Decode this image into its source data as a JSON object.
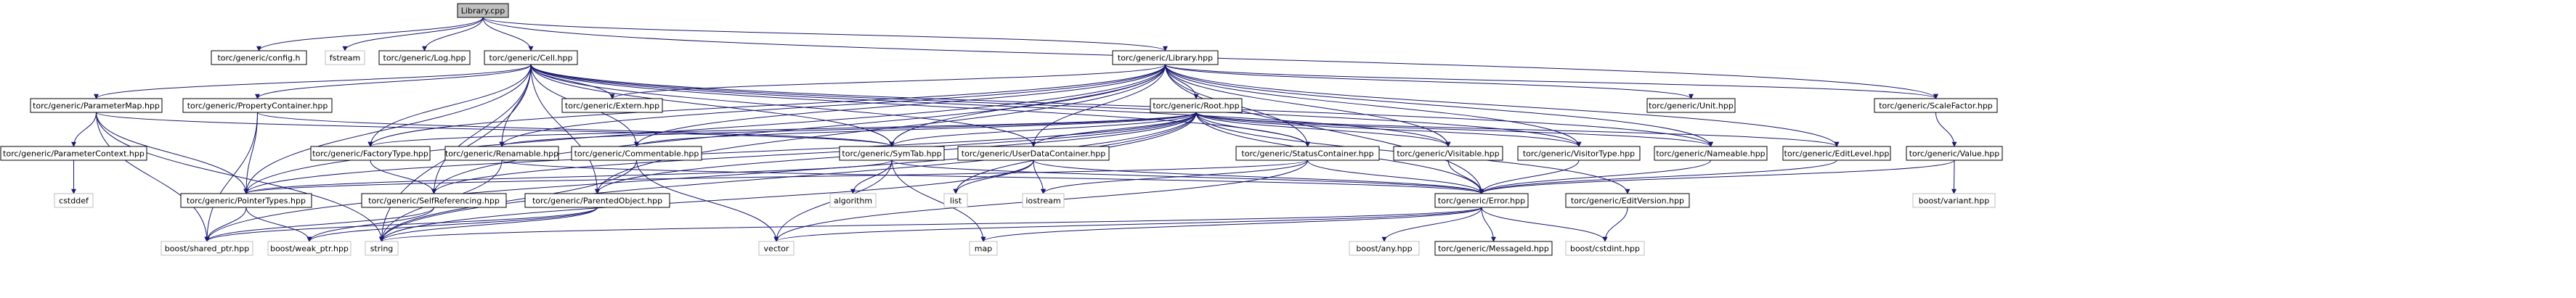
{
  "colors": {
    "root_fill": "#bfbfbf",
    "node_fill": "#ffffff",
    "node_border": "#000000",
    "system_border": "#bfbfbf",
    "text": "#000000",
    "edge": "#191970"
  },
  "nodes": [
    {
      "id": "library_cpp",
      "label": "Library.cpp",
      "kind": "root"
    },
    {
      "id": "config_h",
      "label": "torc/generic/config.h",
      "kind": "header"
    },
    {
      "id": "fstream",
      "label": "fstream",
      "kind": "system"
    },
    {
      "id": "log_hpp",
      "label": "torc/generic/Log.hpp",
      "kind": "header"
    },
    {
      "id": "cell_hpp",
      "label": "torc/generic/Cell.hpp",
      "kind": "header"
    },
    {
      "id": "library_hpp",
      "label": "torc/generic/Library.hpp",
      "kind": "header"
    },
    {
      "id": "scalefactor_hpp",
      "label": "torc/generic/ScaleFactor.hpp",
      "kind": "header"
    },
    {
      "id": "parametermap_hpp",
      "label": "torc/generic/ParameterMap.hpp",
      "kind": "header"
    },
    {
      "id": "propertycontainer_hpp",
      "label": "torc/generic/PropertyContainer.hpp",
      "kind": "header"
    },
    {
      "id": "extern_hpp",
      "label": "torc/generic/Extern.hpp",
      "kind": "header"
    },
    {
      "id": "root_hpp",
      "label": "torc/generic/Root.hpp",
      "kind": "header"
    },
    {
      "id": "unit_hpp",
      "label": "torc/generic/Unit.hpp",
      "kind": "header"
    },
    {
      "id": "parametercontext_hpp",
      "label": "torc/generic/ParameterContext.hpp",
      "kind": "header"
    },
    {
      "id": "factorytype_hpp",
      "label": "torc/generic/FactoryType.hpp",
      "kind": "header"
    },
    {
      "id": "renamable_hpp",
      "label": "torc/generic/Renamable.hpp",
      "kind": "header"
    },
    {
      "id": "commentable_hpp",
      "label": "torc/generic/Commentable.hpp",
      "kind": "header"
    },
    {
      "id": "symtab_hpp",
      "label": "torc/generic/SymTab.hpp",
      "kind": "header"
    },
    {
      "id": "userdatacontainer_hpp",
      "label": "torc/generic/UserDataContainer.hpp",
      "kind": "header"
    },
    {
      "id": "statuscontainer_hpp",
      "label": "torc/generic/StatusContainer.hpp",
      "kind": "header"
    },
    {
      "id": "visitable_hpp",
      "label": "torc/generic/Visitable.hpp",
      "kind": "header"
    },
    {
      "id": "visitortype_hpp",
      "label": "torc/generic/VisitorType.hpp",
      "kind": "header"
    },
    {
      "id": "nameable_hpp",
      "label": "torc/generic/Nameable.hpp",
      "kind": "header"
    },
    {
      "id": "editlevel_hpp",
      "label": "torc/generic/EditLevel.hpp",
      "kind": "header"
    },
    {
      "id": "value_hpp",
      "label": "torc/generic/Value.hpp",
      "kind": "header"
    },
    {
      "id": "cstddef",
      "label": "cstddef",
      "kind": "system"
    },
    {
      "id": "pointertypes_hpp",
      "label": "torc/generic/PointerTypes.hpp",
      "kind": "header"
    },
    {
      "id": "selfreferencing_hpp",
      "label": "torc/generic/SelfReferencing.hpp",
      "kind": "header"
    },
    {
      "id": "parentedobject_hpp",
      "label": "torc/generic/ParentedObject.hpp",
      "kind": "header"
    },
    {
      "id": "algorithm",
      "label": "algorithm",
      "kind": "system"
    },
    {
      "id": "list",
      "label": "list",
      "kind": "system"
    },
    {
      "id": "iostream",
      "label": "iostream",
      "kind": "system"
    },
    {
      "id": "error_hpp",
      "label": "torc/generic/Error.hpp",
      "kind": "header"
    },
    {
      "id": "editversion_hpp",
      "label": "torc/generic/EditVersion.hpp",
      "kind": "header"
    },
    {
      "id": "boost_variant_hpp",
      "label": "boost/variant.hpp",
      "kind": "system"
    },
    {
      "id": "boost_shared_ptr_hpp",
      "label": "boost/shared_ptr.hpp",
      "kind": "system"
    },
    {
      "id": "boost_weak_ptr_hpp",
      "label": "boost/weak_ptr.hpp",
      "kind": "system"
    },
    {
      "id": "string",
      "label": "string",
      "kind": "system"
    },
    {
      "id": "vector",
      "label": "vector",
      "kind": "system"
    },
    {
      "id": "map",
      "label": "map",
      "kind": "system"
    },
    {
      "id": "boost_any_hpp",
      "label": "boost/any.hpp",
      "kind": "system"
    },
    {
      "id": "messageid_hpp",
      "label": "torc/generic/MessageId.hpp",
      "kind": "header"
    },
    {
      "id": "boost_cstdint_hpp",
      "label": "boost/cstdint.hpp",
      "kind": "system"
    }
  ],
  "edges": [
    [
      "library_cpp",
      "config_h"
    ],
    [
      "library_cpp",
      "fstream"
    ],
    [
      "library_cpp",
      "log_hpp"
    ],
    [
      "library_cpp",
      "cell_hpp"
    ],
    [
      "library_cpp",
      "library_hpp"
    ],
    [
      "library_cpp",
      "scalefactor_hpp"
    ],
    [
      "cell_hpp",
      "parametermap_hpp"
    ],
    [
      "cell_hpp",
      "propertycontainer_hpp"
    ],
    [
      "cell_hpp",
      "extern_hpp"
    ],
    [
      "cell_hpp",
      "factorytype_hpp"
    ],
    [
      "cell_hpp",
      "renamable_hpp"
    ],
    [
      "cell_hpp",
      "commentable_hpp"
    ],
    [
      "cell_hpp",
      "symtab_hpp"
    ],
    [
      "cell_hpp",
      "userdatacontainer_hpp"
    ],
    [
      "cell_hpp",
      "statuscontainer_hpp"
    ],
    [
      "cell_hpp",
      "visitable_hpp"
    ],
    [
      "cell_hpp",
      "visitortype_hpp"
    ],
    [
      "cell_hpp",
      "nameable_hpp"
    ],
    [
      "cell_hpp",
      "pointertypes_hpp"
    ],
    [
      "cell_hpp",
      "selfreferencing_hpp"
    ],
    [
      "cell_hpp",
      "parentedobject_hpp"
    ],
    [
      "cell_hpp",
      "string"
    ],
    [
      "library_hpp",
      "extern_hpp"
    ],
    [
      "library_hpp",
      "root_hpp"
    ],
    [
      "library_hpp",
      "unit_hpp"
    ],
    [
      "library_hpp",
      "scalefactor_hpp"
    ],
    [
      "library_hpp",
      "factorytype_hpp"
    ],
    [
      "library_hpp",
      "renamable_hpp"
    ],
    [
      "library_hpp",
      "commentable_hpp"
    ],
    [
      "library_hpp",
      "symtab_hpp"
    ],
    [
      "library_hpp",
      "userdatacontainer_hpp"
    ],
    [
      "library_hpp",
      "statuscontainer_hpp"
    ],
    [
      "library_hpp",
      "visitable_hpp"
    ],
    [
      "library_hpp",
      "visitortype_hpp"
    ],
    [
      "library_hpp",
      "nameable_hpp"
    ],
    [
      "library_hpp",
      "editlevel_hpp"
    ],
    [
      "library_hpp",
      "pointertypes_hpp"
    ],
    [
      "library_hpp",
      "selfreferencing_hpp"
    ],
    [
      "library_hpp",
      "parentedobject_hpp"
    ],
    [
      "library_hpp",
      "error_hpp"
    ],
    [
      "parametermap_hpp",
      "parametercontext_hpp"
    ],
    [
      "parametermap_hpp",
      "pointertypes_hpp"
    ],
    [
      "parametermap_hpp",
      "symtab_hpp"
    ],
    [
      "parametermap_hpp",
      "boost_shared_ptr_hpp"
    ],
    [
      "parametermap_hpp",
      "string"
    ],
    [
      "parametercontext_hpp",
      "cstddef"
    ],
    [
      "propertycontainer_hpp",
      "pointertypes_hpp"
    ],
    [
      "propertycontainer_hpp",
      "boost_shared_ptr_hpp"
    ],
    [
      "propertycontainer_hpp",
      "symtab_hpp"
    ],
    [
      "root_hpp",
      "factorytype_hpp"
    ],
    [
      "root_hpp",
      "renamable_hpp"
    ],
    [
      "root_hpp",
      "commentable_hpp"
    ],
    [
      "root_hpp",
      "symtab_hpp"
    ],
    [
      "root_hpp",
      "userdatacontainer_hpp"
    ],
    [
      "root_hpp",
      "statuscontainer_hpp"
    ],
    [
      "root_hpp",
      "visitable_hpp"
    ],
    [
      "root_hpp",
      "visitortype_hpp"
    ],
    [
      "root_hpp",
      "nameable_hpp"
    ],
    [
      "root_hpp",
      "editlevel_hpp"
    ],
    [
      "root_hpp",
      "editversion_hpp"
    ],
    [
      "root_hpp",
      "pointertypes_hpp"
    ],
    [
      "root_hpp",
      "selfreferencing_hpp"
    ],
    [
      "root_hpp",
      "parentedobject_hpp"
    ],
    [
      "root_hpp",
      "error_hpp"
    ],
    [
      "root_hpp",
      "list"
    ],
    [
      "root_hpp",
      "string"
    ],
    [
      "root_hpp",
      "boost_shared_ptr_hpp"
    ],
    [
      "scalefactor_hpp",
      "value_hpp"
    ],
    [
      "value_hpp",
      "error_hpp"
    ],
    [
      "value_hpp",
      "boost_variant_hpp"
    ],
    [
      "factorytype_hpp",
      "selfreferencing_hpp"
    ],
    [
      "renamable_hpp",
      "string"
    ],
    [
      "renamable_hpp",
      "error_hpp"
    ],
    [
      "commentable_hpp",
      "string"
    ],
    [
      "commentable_hpp",
      "vector"
    ],
    [
      "symtab_hpp",
      "algorithm"
    ],
    [
      "symtab_hpp",
      "map"
    ],
    [
      "symtab_hpp",
      "vector"
    ],
    [
      "symtab_hpp",
      "pointertypes_hpp"
    ],
    [
      "symtab_hpp",
      "error_hpp"
    ],
    [
      "userdatacontainer_hpp",
      "list"
    ],
    [
      "userdatacontainer_hpp",
      "iostream"
    ],
    [
      "userdatacontainer_hpp",
      "string"
    ],
    [
      "userdatacontainer_hpp",
      "error_hpp"
    ],
    [
      "statuscontainer_hpp",
      "iostream"
    ],
    [
      "statuscontainer_hpp",
      "vector"
    ],
    [
      "statuscontainer_hpp",
      "error_hpp"
    ],
    [
      "statuscontainer_hpp",
      "pointertypes_hpp"
    ],
    [
      "visitable_hpp",
      "error_hpp"
    ],
    [
      "visitortype_hpp",
      "error_hpp"
    ],
    [
      "nameable_hpp",
      "error_hpp"
    ],
    [
      "editlevel_hpp",
      "error_hpp"
    ],
    [
      "pointertypes_hpp",
      "boost_shared_ptr_hpp"
    ],
    [
      "pointertypes_hpp",
      "boost_weak_ptr_hpp"
    ],
    [
      "selfreferencing_hpp",
      "boost_shared_ptr_hpp"
    ],
    [
      "selfreferencing_hpp",
      "boost_weak_ptr_hpp"
    ],
    [
      "parentedobject_hpp",
      "boost_shared_ptr_hpp"
    ],
    [
      "parentedobject_hpp",
      "boost_weak_ptr_hpp"
    ],
    [
      "parentedobject_hpp",
      "string"
    ],
    [
      "error_hpp",
      "string"
    ],
    [
      "error_hpp",
      "vector"
    ],
    [
      "error_hpp",
      "map"
    ],
    [
      "error_hpp",
      "boost_any_hpp"
    ],
    [
      "error_hpp",
      "messageid_hpp"
    ],
    [
      "error_hpp",
      "boost_cstdint_hpp"
    ],
    [
      "editversion_hpp",
      "boost_cstdint_hpp"
    ]
  ]
}
